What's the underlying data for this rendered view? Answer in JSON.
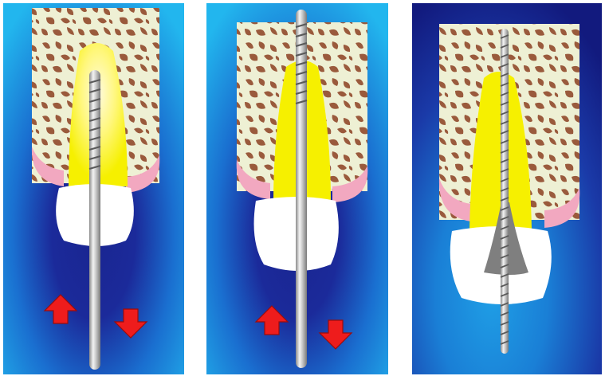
{
  "figure": {
    "panels": [
      {
        "id": "panel-1",
        "step": "file-inserted-short",
        "arrows": [
          "up",
          "down"
        ]
      },
      {
        "id": "panel-2",
        "step": "file-through-tooth",
        "arrows": [
          "up",
          "down"
        ]
      },
      {
        "id": "panel-3",
        "step": "thin-file-with-barbs",
        "arrows": []
      }
    ],
    "colors": {
      "bone": "#eef0d4",
      "trabecula": "#9a5a3c",
      "pulp": "#f6f000",
      "gum": "#f2a8c0",
      "crown": "#ffffff",
      "arrow": "#ee1c1c",
      "background_light": "#1fb2ec",
      "background_dark": "#121a7e"
    }
  }
}
